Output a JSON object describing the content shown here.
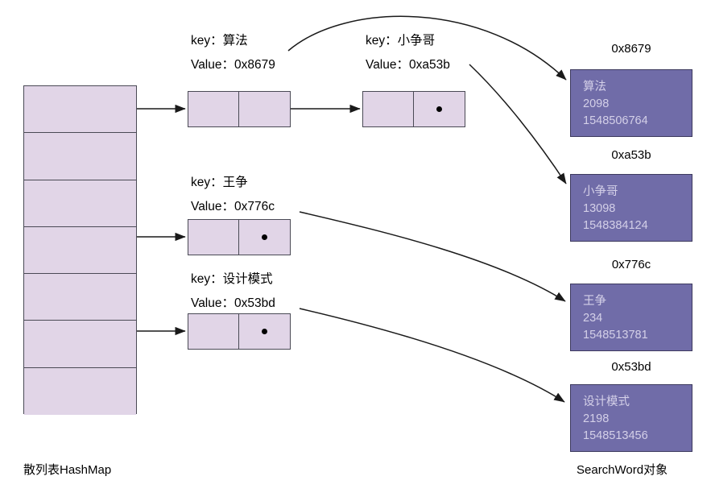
{
  "diagram": {
    "left_caption": "散列表HashMap",
    "right_caption": "SearchWord对象",
    "bucket_count": 7
  },
  "entries": [
    {
      "key_label": "key：算法",
      "value_label": "Value：0x8679"
    },
    {
      "key_label": "key：小争哥",
      "value_label": "Value：0xa53b"
    },
    {
      "key_label": "key：王争",
      "value_label": "Value：0x776c"
    },
    {
      "key_label": "key：设计模式",
      "value_label": "Value：0x53bd"
    }
  ],
  "objects": [
    {
      "address": "0x8679",
      "word": "算法",
      "count": "2098",
      "timestamp": "1548506764"
    },
    {
      "address": "0xa53b",
      "word": "小争哥",
      "count": "13098",
      "timestamp": "1548384124"
    },
    {
      "address": "0x776c",
      "word": "王争",
      "count": "234",
      "timestamp": "1548513781"
    },
    {
      "address": "0x53bd",
      "word": "设计模式",
      "count": "2198",
      "timestamp": "1548513456"
    }
  ],
  "colors": {
    "node_fill": "#E1D5E7",
    "node_stroke": "#4a4a55",
    "object_fill": "#706CA8",
    "object_stroke": "#3d3a5e",
    "object_text": "#D4D0E8",
    "arrow": "#1a1a1a",
    "background": "#ffffff"
  }
}
